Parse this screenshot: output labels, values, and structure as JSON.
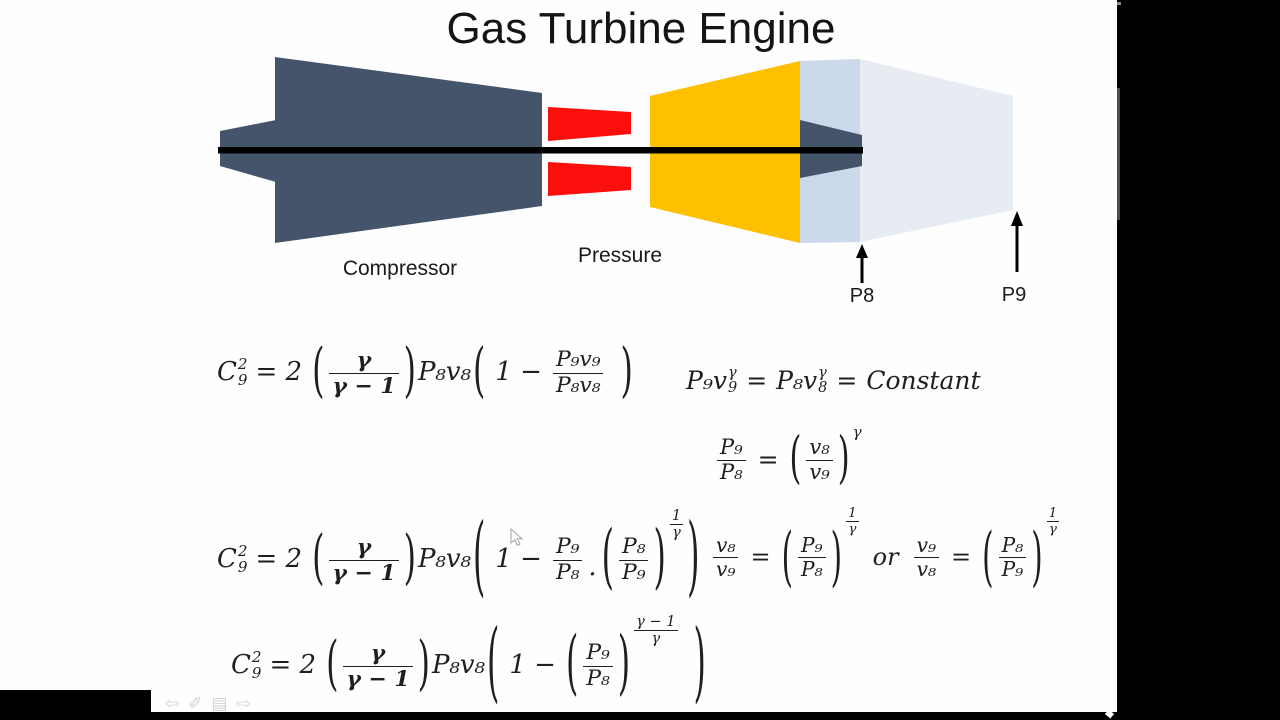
{
  "title": "Gas Turbine Engine",
  "diagram": {
    "labels": {
      "compressor": "Compressor",
      "pressure": "Pressure",
      "p8": "P8",
      "p9": "P9"
    },
    "colors": {
      "body": "#44546A",
      "vane": "#FA0F0C",
      "turbine": "#FFC000",
      "band": "#CCD9EB",
      "nozzle": "#E6ECF2",
      "shaft": "#000000"
    }
  },
  "glyphs": {
    "lp": "(",
    "rp": ")"
  },
  "equations": {
    "eq1": {
      "c": "C",
      "c_sup": "2",
      "c_sub": "9",
      "eq": "= 2",
      "g_num": "γ",
      "g_den": "γ − 1",
      "pv": "P₈v₈",
      "one": "1 −",
      "f_num": "P₉v₉",
      "f_den": "P₈v₈"
    },
    "eq2": {
      "p1": "P₉",
      "v1": "v",
      "v1_sup": "γ",
      "v1_sub": "9",
      "eq1": "=",
      "p2": "P₈",
      "v2": "v",
      "v2_sup": "γ",
      "v2_sub": "8",
      "eq2": "=",
      "constant": "Constant"
    },
    "eq3": {
      "f1_num": "P₉",
      "f1_den": "P₈",
      "eq": "=",
      "f2_num": "v₈",
      "f2_den": "v₉",
      "exp": "γ"
    },
    "eq4": {
      "c": "C",
      "c_sup": "2",
      "c_sub": "9",
      "eq": "= 2",
      "g_num": "γ",
      "g_den": "γ − 1",
      "pv": "P₈v₈",
      "one": "1 −",
      "f1_num": "P₉",
      "f1_den": "P₈",
      "dot": ".",
      "f2_num": "P₈",
      "f2_den": "P₉",
      "e_num": "1",
      "e_den": "γ"
    },
    "eq5": {
      "f1_num": "v₈",
      "f1_den": "v₉",
      "eq1": "=",
      "p1_num": "P₉",
      "p1_den": "P₈",
      "e1_num": "1",
      "e1_den": "γ",
      "or": "or",
      "f2_num": "v₉",
      "f2_den": "v₈",
      "eq2": "=",
      "p2_num": "P₈",
      "p2_den": "P₉",
      "e2_num": "1",
      "e2_den": "γ"
    },
    "eq6": {
      "c": "C",
      "c_sup": "2",
      "c_sub": "9",
      "eq": "= 2",
      "g_num": "γ",
      "g_den": "γ − 1",
      "pv": "P₈v₈",
      "one": "1 −",
      "f_num": "P₉",
      "f_den": "P₈",
      "e_num": "γ − 1",
      "e_den": "γ"
    }
  },
  "controls": {
    "back": "⇦",
    "pen": "✐",
    "slides": "▤",
    "forward": "⇨"
  }
}
